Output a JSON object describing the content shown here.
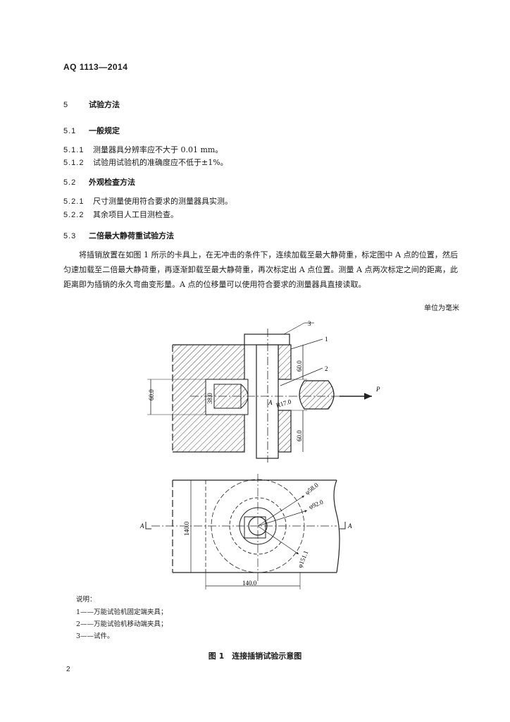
{
  "header": {
    "code": "AQ 1113—2014"
  },
  "sections": [
    {
      "num": "5",
      "title": "试验方法"
    },
    {
      "num": "5.1",
      "title": "一般规定"
    },
    {
      "num": "5.1.1",
      "text": "测量器具分辨率应不大于 0.01 mm。"
    },
    {
      "num": "5.1.2",
      "text": "试验用试验机的准确度应不低于±1%。"
    },
    {
      "num": "5.2",
      "title": "外观检查方法"
    },
    {
      "num": "5.2.1",
      "text": "尺寸测量使用符合要求的测量器具实测。"
    },
    {
      "num": "5.2.2",
      "text": "其余项目人工目测检查。"
    },
    {
      "num": "5.3",
      "title": "二倍最大静荷重试验方法"
    }
  ],
  "paragraph": "将插销放置在如图 1 所示的卡具上，在无冲击的条件下，连续加载至最大静荷重，标定图中 A 点的位置，然后匀速加载至二倍最大静荷重，再逐渐卸载至最大静荷重，再次标定出 A 点位置。测量 A 点两次标定之间的距离，此距离即为插销的永久弯曲变形量。A 点的位移量可以使用符合要求的测量器具直接读取。",
  "unit_note": "单位为毫米",
  "figure": {
    "callouts": [
      "1",
      "2",
      "3"
    ],
    "dims": {
      "h_left": "60.0",
      "h_inner": "38.0",
      "h_top": "60.0",
      "h_bottom": "60.0",
      "radius": "R17.0",
      "point": "A",
      "force": "P",
      "height_plan": "140.0",
      "width_plan": "140.0",
      "dia1": "φ58.0",
      "dia2": "φ92.0",
      "dia3": "φ151.1",
      "section_left": "A",
      "section_right": "A"
    }
  },
  "legend": {
    "title": "说明：",
    "items": [
      "1——万能试验机固定端夹具；",
      "2——万能试验机移动端夹具；",
      "3——试件。"
    ]
  },
  "caption": "图 1　连接插销试验示意图",
  "page_number": "2"
}
